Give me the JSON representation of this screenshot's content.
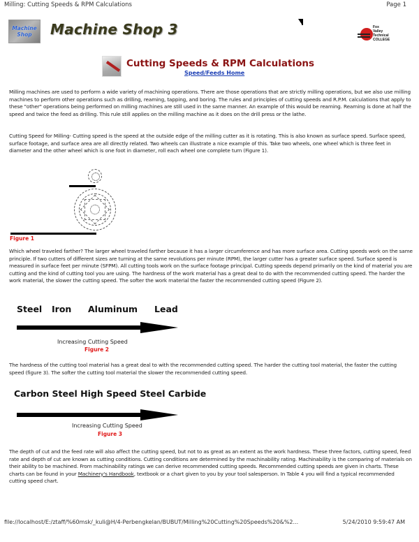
{
  "print_header": {
    "title": "Milling: Cutting Speeds & RPM Calculations",
    "page": "Page 1"
  },
  "banner": {
    "logo_line1": "Machine",
    "logo_line2": "Shop",
    "site_title": "Machine Shop 3",
    "college_logo": [
      "Fox Valley",
      "Technical",
      "COLLEGE"
    ]
  },
  "header": {
    "title": "Cutting Speeds & RPM Calculations",
    "home_link": "Speed/Feeds Home"
  },
  "paragraphs": {
    "p1": "Milling machines are used to perform a wide variety of machining operations. There are those operations that are strictly milling operations, but we also use milling machines to perform other operations such as drilling, reaming, tapping, and boring. The rules and principles of cutting speeds and R.P.M. calculations that apply to these \"other\" operations being performed on milling machines are still used in the same manner. An example of this would be reaming. Reaming is done at half the speed and twice the feed as drilling. This rule still applies on the milling machine as it does on the drill press or the lathe.",
    "p2": "Cutting Speed for Milling- Cutting speed is the speed at the outside edge of the milling cutter as it is rotating. This is also known as surface speed. Surface speed, surface footage, and surface area are all directly related. Two wheels can illustrate a nice example of this. Take two wheels, one wheel which is three feet in diameter and the other wheel which is one foot in diameter, roll each wheel one complete turn (Figure 1).",
    "p3": "Which wheel traveled farther? The larger wheel traveled farther because it has a larger circumference and has more surface area. Cutting speeds work on the same principle. If two cutters of different sizes are turning at the same revolutions per minute (RPM), the larger cutter has a greater surface speed. Surface speed is measured in surface feet per minute (SFPM). All cutting tools work on the surface footage principal. Cutting speeds depend primarily on the kind of material you are cutting and the kind of cutting tool you are using. The hardness of the work material has a great deal to do with the recommended cutting speed. The harder the work material, the slower the cutting speed. The softer the work material the faster the recommended cutting speed (Figure 2).",
    "p4": "The hardness of the cutting tool material has a great deal to with the recommended cutting speed. The harder the cutting tool material, the faster the cutting speed (figure 3). The softer the cutting tool material the slower the recommended cutting speed.",
    "p5_before_link": "The depth of cut and the feed rate will also affect the cutting speed, but not to as great as an extent as the work hardness. These three factors, cutting speed, feed rate and depth of cut are known as cutting conditions. Cutting conditions are determined by the machinability rating. Machinability is the comparing of materials on their ability to be machined. From machinability ratings we can derive recommended cutting speeds. Recommended cutting speeds are given in charts. These charts can be found in your ",
    "p5_link": "Machinery's Handbook",
    "p5_after_link": ", textbook or a chart given to you by your tool salesperson. In Table 4 you will find a typical recommended cutting speed chart."
  },
  "figure1": {
    "caption": "Figure 1"
  },
  "figure2": {
    "labels": [
      "Steel",
      "Iron",
      "Aluminum",
      "Lead"
    ],
    "axis_label": "Increasing Cutting Speed",
    "caption": "Figure 2"
  },
  "figure3": {
    "labels": [
      "Carbon Steel",
      "High Speed Steel",
      "Carbide"
    ],
    "label_text": "Carbon Steel High Speed Steel Carbide",
    "axis_label": "Increasing Cutting Speed",
    "caption": "Figure 3"
  },
  "footer": {
    "url": "file://localhost/E:/ztaff/%60msk/_kuli@H/4-Perbengkelan/BUBUT/Milling%20Cutting%20Speeds%20&%2...",
    "timestamp": "5/24/2010 9:59:47 AM"
  },
  "colors": {
    "title_red": "#8b1414",
    "link_blue": "#1c3fb5",
    "figure_caption_red": "#e01818"
  }
}
